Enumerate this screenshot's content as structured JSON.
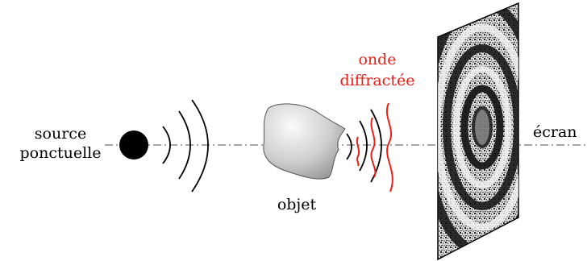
{
  "labels": {
    "source_line1": "source",
    "source_line2": "ponctuelle",
    "object": "objet",
    "diffracted_line1": "onde",
    "diffracted_line2": "diffractée",
    "screen": "écran"
  },
  "colors": {
    "ink": "#000000",
    "diffracted": "#e8201a",
    "axis": "#8a8a8a",
    "object_light": "#f2f2f2",
    "object_dark": "#8f8f8f"
  }
}
